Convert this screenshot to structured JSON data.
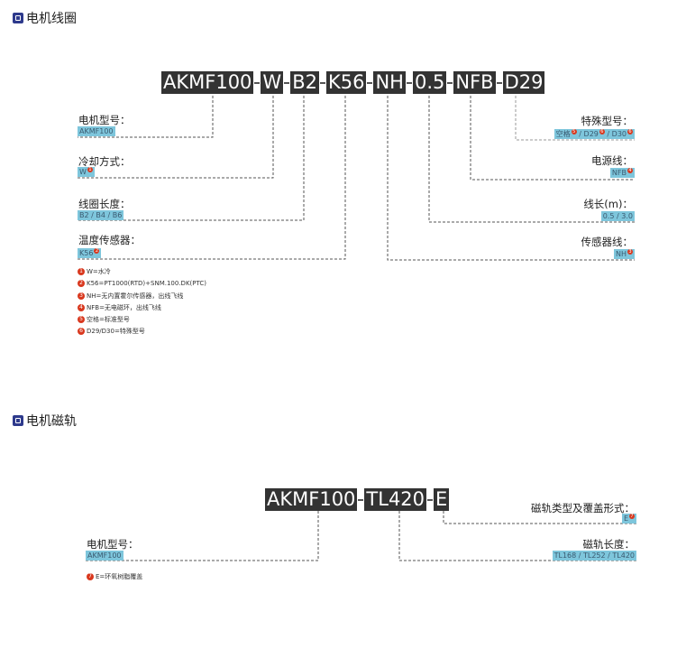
{
  "section1": {
    "title": "电机线圈",
    "code_segments": [
      "AKMF100",
      "W",
      "B2",
      "K56",
      "NH",
      "0.5",
      "NFB",
      "D29"
    ],
    "left_fields": [
      {
        "label": "电机型号：",
        "value": "AKMF100"
      },
      {
        "label": "冷却方式：",
        "value": "W",
        "marker": "1"
      },
      {
        "label": "线圈长度：",
        "value": "B2 / B4 / B6"
      },
      {
        "label": "温度传感器：",
        "value": "K56",
        "marker": "2"
      }
    ],
    "right_fields": [
      {
        "label": "特殊型号：",
        "value_parts": [
          "空格",
          "/ D29",
          "/ D30"
        ],
        "markers": [
          "5",
          "6",
          "6"
        ]
      },
      {
        "label": "电源线：",
        "value": "NFB",
        "marker": "4"
      },
      {
        "label": "线长(m)：",
        "value": "0.5 / 3.0"
      },
      {
        "label": "传感器线：",
        "value": "NH",
        "marker": "3"
      }
    ],
    "notes": [
      {
        "num": "1",
        "text": "W=水冷"
      },
      {
        "num": "2",
        "text": "K56=PT1000(RTD)+SNM.100.DK(PTC)"
      },
      {
        "num": "3",
        "text": "NH=无内置霍尔传感器，出线飞线"
      },
      {
        "num": "4",
        "text": "NFB=无电磁环，出线飞线"
      },
      {
        "num": "5",
        "text": "空格=标准型号"
      },
      {
        "num": "6",
        "text": "D29/D30=特殊型号"
      }
    ]
  },
  "section2": {
    "title": "电机磁轨",
    "code_segments": [
      "AKMF100",
      "TL420",
      "E"
    ],
    "left_fields": [
      {
        "label": "电机型号：",
        "value": "AKMF100"
      }
    ],
    "right_fields": [
      {
        "label": "磁轨类型及覆盖形式：",
        "value": "E",
        "marker": "7"
      },
      {
        "label": "磁轨长度：",
        "value": "TL168 / TL252 / TL420"
      }
    ],
    "notes": [
      {
        "num": "7",
        "text": "E=环氧树脂覆盖"
      }
    ]
  },
  "colors": {
    "code_bg": "#333333",
    "value_bg": "#7ec6dc",
    "marker": "#d9381e",
    "section_icon": "#2e3a8c"
  }
}
